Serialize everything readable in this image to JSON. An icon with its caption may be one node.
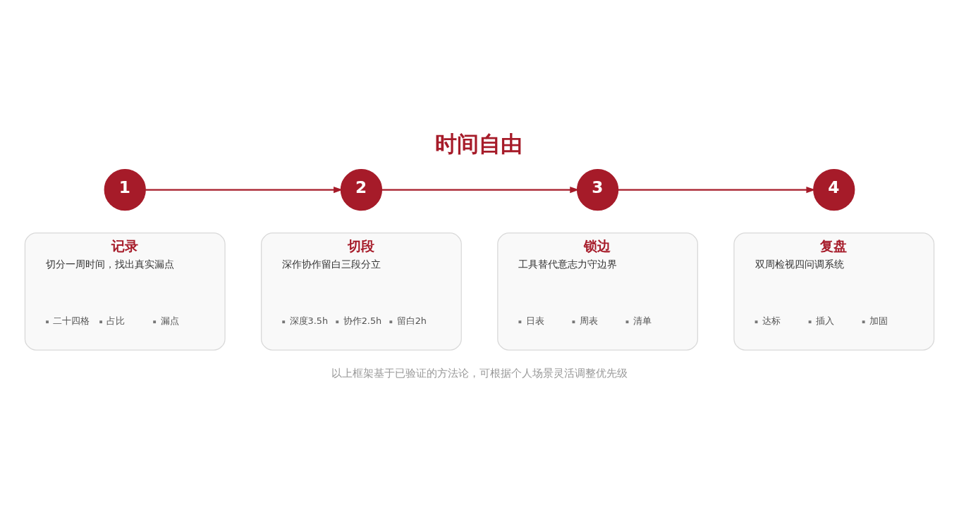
{
  "diagram": {
    "title": "时间自由",
    "caption": "以上框架基于已验证的方法论，可根据个人场景灵活调整优先级",
    "nodes": [
      {
        "text": [
          "1"
        ]
      },
      {
        "text": [
          "2"
        ]
      },
      {
        "text": [
          "3"
        ]
      },
      {
        "text": [
          "4"
        ]
      },
      {
        "text": [
          "记录",
          "切分一周时间，找出真实漏点",
          "二十四格",
          "占比",
          "漏点"
        ]
      },
      {
        "text": [
          "切段",
          "深作协作留白三段分立",
          "深度3.5h",
          "协作2.5h",
          "留白2h"
        ]
      },
      {
        "text": [
          "锁边",
          "工具替代意志力守边界",
          "日表",
          "周表",
          "清单"
        ]
      },
      {
        "text": [
          "复盘",
          "双周检视四问调系统",
          "达标",
          "插入",
          "加固"
        ]
      }
    ],
    "edges": [
      {
        "from": 0,
        "to": 1,
        "arrow": "to"
      },
      {
        "from": 1,
        "to": 2,
        "arrow": "to"
      },
      {
        "from": 2,
        "to": 3,
        "arrow": "to"
      }
    ]
  }
}
